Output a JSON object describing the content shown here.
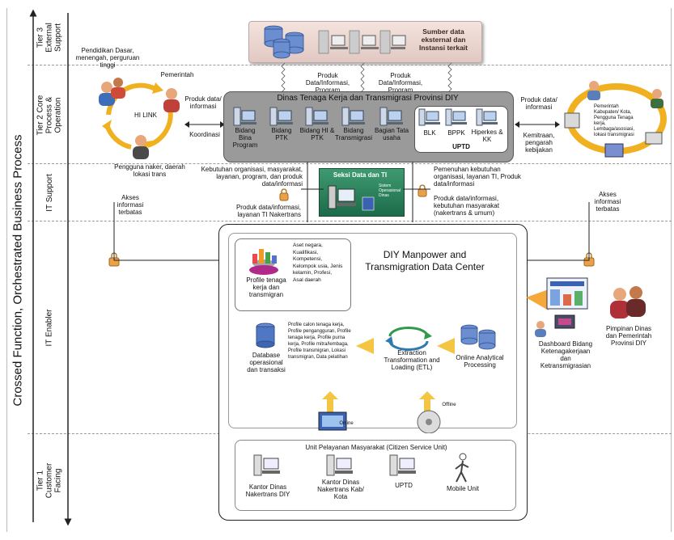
{
  "main_label": "Crossed Function, Orchestrated Business Process",
  "tiers": [
    {
      "id": "tier3",
      "text": "Tier 3 External Support"
    },
    {
      "id": "tier2",
      "text": "Tier 2 Core Process & Operation"
    },
    {
      "id": "itsupport",
      "text": "IT Support"
    },
    {
      "id": "itenabler",
      "text": "IT Enabler"
    },
    {
      "id": "tier1",
      "text": "Tier 1 Customer Facing"
    }
  ],
  "external": {
    "label": "Sumber data eksternal dan Instansi terkait"
  },
  "produk_top_left": "Produk Data/Informasi, Program",
  "produk_top_right": "Produk Data/Informasi, Program",
  "left_group": {
    "pendidikan": "Pendidikan Dasar, menengah, perguruan tinggi",
    "pemerintah": "Pemerintah",
    "hilink": "HI LINK",
    "pengguna": "Pengguna naker, daerah lokasi trans",
    "produk": "Produk data/ informasi",
    "koordinasi": "Koordinasi",
    "akses": "Akses informasi terbatas"
  },
  "dinas": {
    "title": "Dinas Tenaga Kerja dan Transmigrasi Provinsi DIY",
    "units": [
      "Bidang Bina Program",
      "Bidang PTK",
      "Bidang HI & PTK",
      "Bidang Transmigrasi",
      "Bagian Tata usaha"
    ],
    "uptd_units": [
      "BLK",
      "BPPK",
      "Hiperkes & KK"
    ],
    "uptd_label": "UPTD"
  },
  "right_group": {
    "produk": "Produk data/ informasi",
    "kemitraan": "Kemitraan, pengarah kebijakan",
    "ring": "Pemerintah Kabupaten/ Kota, Pengguna Tenaga kerja, Lembaga/asosiasi, lokasi transmigrasi",
    "akses": "Akses informasi terbatas"
  },
  "seksi": {
    "title": "Seksi Data dan TI",
    "sub": "Sistem Operasional Dinas"
  },
  "it_support": {
    "kebutuhan_left": "Kebutuhan organisasi, masyarakat, layanan, program, dan produk data/informasi",
    "produk_left": "Produk data/informasi, layanan TI Nakertrans",
    "pemenuhan_right": "Pemenuhan kebutuhan organisasi, layanan TI, Produk data/informasi",
    "produk_right": "Produk data/informasi, kebutuhan masyarakat (nakertrans & umum)"
  },
  "datacenter": {
    "title": "DIY Manpower and Transmigration Data Center",
    "profile_label": "Profile tenaga kerja dan transmigran",
    "profile_list": "Aset negara, Kualifikasi, Kompetensi, Kelompok usia, Jenis kelamin, Profesi, Asal daerah",
    "db_label": "Database operasional dan transaksi",
    "db_list": "Profile calon tenaga kerja, Profile pengangguran, Profile tenaga kerja, Profile purna kerja, Profile mitra/lembaga, Profile transmigran, Lokasi transmigran, Data pelatihan",
    "etl": "Extraction Transformation and Loading (ETL)",
    "olap": "Online Analytical Processing",
    "online": "Online",
    "offline": "Offline"
  },
  "dashboard": {
    "label": "Dashboard Bidang Ketenagakerjaan dan Ketransmigrasian",
    "pimpinan": "Pimpinan Dinas dan Pemerintah Provinsi DIY"
  },
  "service": {
    "title": "Unit Pelayanan Masyarakat (Citizen Service Unit)",
    "units": [
      "Kantor Dinas Nakertrans DIY",
      "Kantor Dinas Nakertrans Kab/ Kota",
      "UPTD",
      "Mobile Unit"
    ]
  }
}
